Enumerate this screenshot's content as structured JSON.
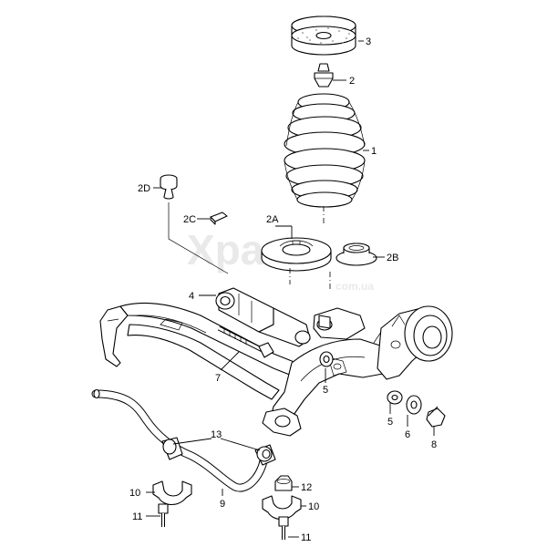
{
  "watermark": {
    "main": "Xparts",
    "sub": "com.ua"
  },
  "labels": {
    "p1": "1",
    "p2": "2",
    "p2A": "2A",
    "p2B": "2B",
    "p2C": "2C",
    "p2D": "2D",
    "p3": "3",
    "p4": "4",
    "p5a": "5",
    "p5b": "5",
    "p6": "6",
    "p7": "7",
    "p8": "8",
    "p9": "9",
    "p10a": "10",
    "p10b": "10",
    "p11a": "11",
    "p11b": "11",
    "p12": "12",
    "p13": "13"
  }
}
